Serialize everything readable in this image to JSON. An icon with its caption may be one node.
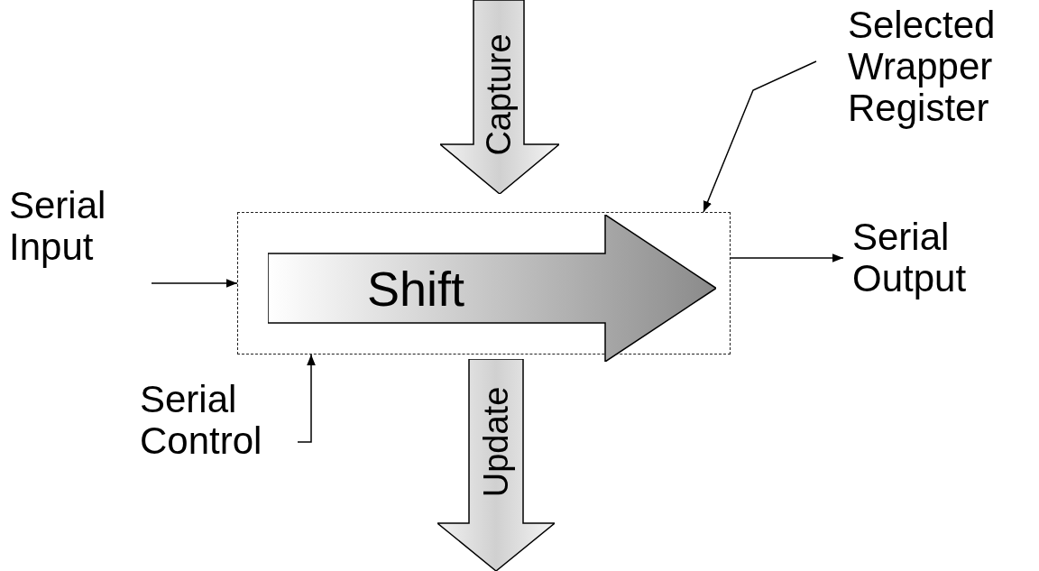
{
  "diagram": {
    "nodes": [
      {
        "text": [
          "Selected Wrapper Register"
        ]
      },
      {
        "text": [],
        "shape": "box"
      },
      {
        "text": [
          "Shift"
        ],
        "in": 1
      },
      {
        "text": [
          "Capture"
        ]
      },
      {
        "text": [
          "Update"
        ]
      },
      {
        "text": [
          "Serial Input"
        ]
      },
      {
        "text": [
          "Serial Output"
        ]
      },
      {
        "text": [
          "Serial Control"
        ]
      }
    ],
    "edges": [
      {
        "from": 0,
        "to": 1,
        "arrow": "to"
      },
      {
        "from": 5,
        "to": 1,
        "arrow": "to"
      },
      {
        "from": 1,
        "to": 6,
        "arrow": "to"
      },
      {
        "from": 7,
        "to": 1,
        "arrow": "to"
      }
    ]
  }
}
